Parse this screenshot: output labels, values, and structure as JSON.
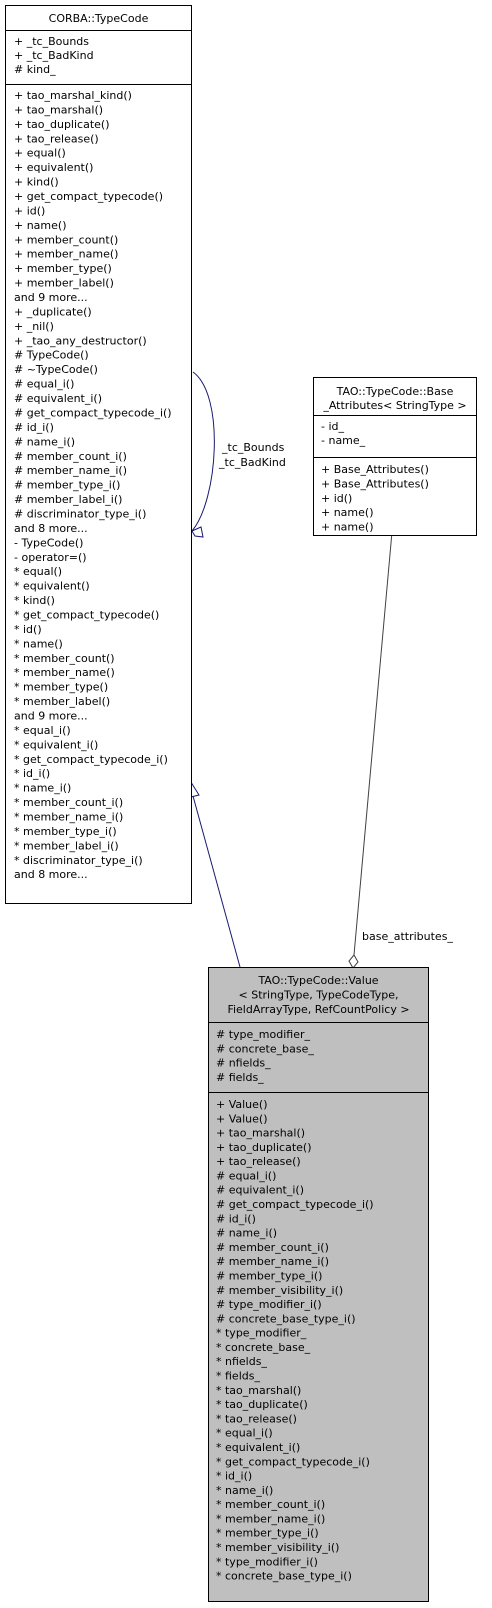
{
  "classes": {
    "corba_typecode": {
      "title": [
        "CORBA::TypeCode"
      ],
      "attributes": [
        "+ _tc_Bounds",
        "+ _tc_BadKind",
        "# kind_"
      ],
      "methods": [
        "+ tao_marshal_kind()",
        "+ tao_marshal()",
        "+ tao_duplicate()",
        "+ tao_release()",
        "+ equal()",
        "+ equivalent()",
        "+ kind()",
        "+ get_compact_typecode()",
        "+ id()",
        "+ name()",
        "+ member_count()",
        "+ member_name()",
        "+ member_type()",
        "+ member_label()",
        "and 9 more...",
        "+ _duplicate()",
        "+ _nil()",
        "+ _tao_any_destructor()",
        "# TypeCode()",
        "# ~TypeCode()",
        "# equal_i()",
        "# equivalent_i()",
        "# get_compact_typecode_i()",
        "# id_i()",
        "# name_i()",
        "# member_count_i()",
        "# member_name_i()",
        "# member_type_i()",
        "# member_label_i()",
        "# discriminator_type_i()",
        "and 8 more...",
        "- TypeCode()",
        "- operator=()",
        "* equal()",
        "* equivalent()",
        "* kind()",
        "* get_compact_typecode()",
        "* id()",
        "* name()",
        "* member_count()",
        "* member_name()",
        "* member_type()",
        "* member_label()",
        "and 9 more...",
        "* equal_i()",
        "* equivalent_i()",
        "* get_compact_typecode_i()",
        "* id_i()",
        "* name_i()",
        "* member_count_i()",
        "* member_name_i()",
        "* member_type_i()",
        "* member_label_i()",
        "* discriminator_type_i()",
        "and 8 more..."
      ]
    },
    "base_attributes": {
      "title": [
        "TAO::TypeCode::Base",
        "_Attributes< StringType >"
      ],
      "attributes": [
        "- id_",
        "- name_"
      ],
      "methods": [
        "+ Base_Attributes()",
        "+ Base_Attributes()",
        "+ id()",
        "+ name()",
        "+ name()"
      ]
    },
    "value": {
      "title": [
        "TAO::TypeCode::Value",
        "< StringType, TypeCodeType,",
        "FieldArrayType, RefCountPolicy >"
      ],
      "attributes": [
        "# type_modifier_",
        "# concrete_base_",
        "# nfields_",
        "# fields_"
      ],
      "methods": [
        "+ Value()",
        "+ Value()",
        "+ tao_marshal()",
        "+ tao_duplicate()",
        "+ tao_release()",
        "# equal_i()",
        "# equivalent_i()",
        "# get_compact_typecode_i()",
        "# id_i()",
        "# name_i()",
        "# member_count_i()",
        "# member_name_i()",
        "# member_type_i()",
        "# member_visibility_i()",
        "# type_modifier_i()",
        "# concrete_base_type_i()",
        "* type_modifier_",
        "* concrete_base_",
        "* nfields_",
        "* fields_",
        "* tao_marshal()",
        "* tao_duplicate()",
        "* tao_release()",
        "* equal_i()",
        "* equivalent_i()",
        "* get_compact_typecode_i()",
        "* id_i()",
        "* name_i()",
        "* member_count_i()",
        "* member_name_i()",
        "* member_type_i()",
        "* member_visibility_i()",
        "* type_modifier_i()",
        "* concrete_base_type_i()"
      ]
    }
  },
  "edges": {
    "self_loop_labels": [
      "_tc_Bounds",
      "_tc_BadKind"
    ],
    "composition_label": "base_attributes_"
  },
  "colors": {
    "inheritance_edge": "#191970",
    "usage_edge": "#404040",
    "focus_class_fill": "#bfbfbf"
  }
}
